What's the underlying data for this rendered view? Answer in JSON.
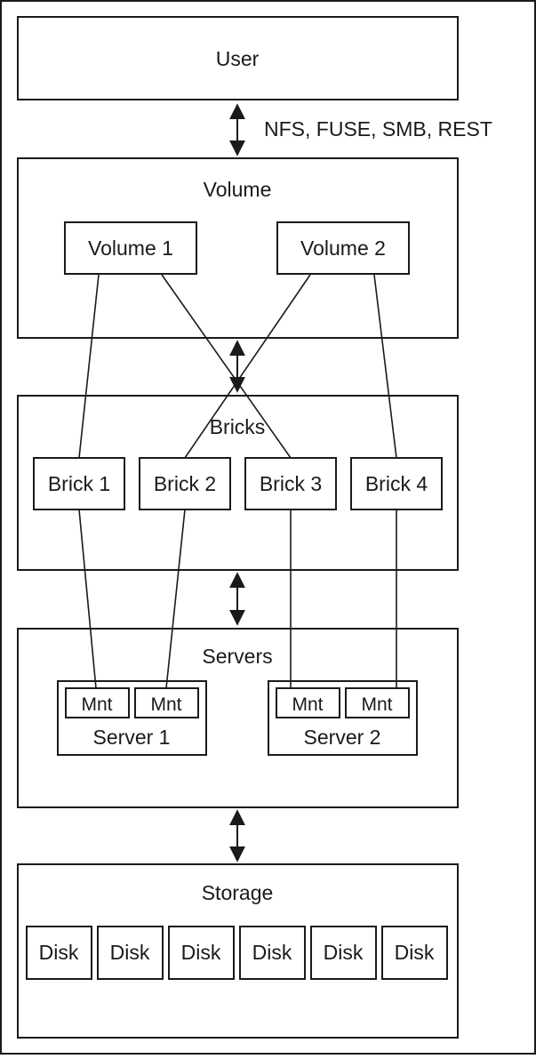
{
  "user": {
    "title": "User"
  },
  "protocols": "NFS, FUSE, SMB, REST",
  "volume": {
    "title": "Volume",
    "items": [
      "Volume 1",
      "Volume 2"
    ]
  },
  "bricks": {
    "title": "Bricks",
    "items": [
      "Brick 1",
      "Brick 2",
      "Brick 3",
      "Brick 4"
    ]
  },
  "servers": {
    "title": "Servers",
    "items": [
      {
        "label": "Server 1",
        "mounts": [
          "Mnt",
          "Mnt"
        ]
      },
      {
        "label": "Server 2",
        "mounts": [
          "Mnt",
          "Mnt"
        ]
      }
    ]
  },
  "storage": {
    "title": "Storage",
    "disks": [
      "Disk",
      "Disk",
      "Disk",
      "Disk",
      "Disk",
      "Disk"
    ]
  }
}
